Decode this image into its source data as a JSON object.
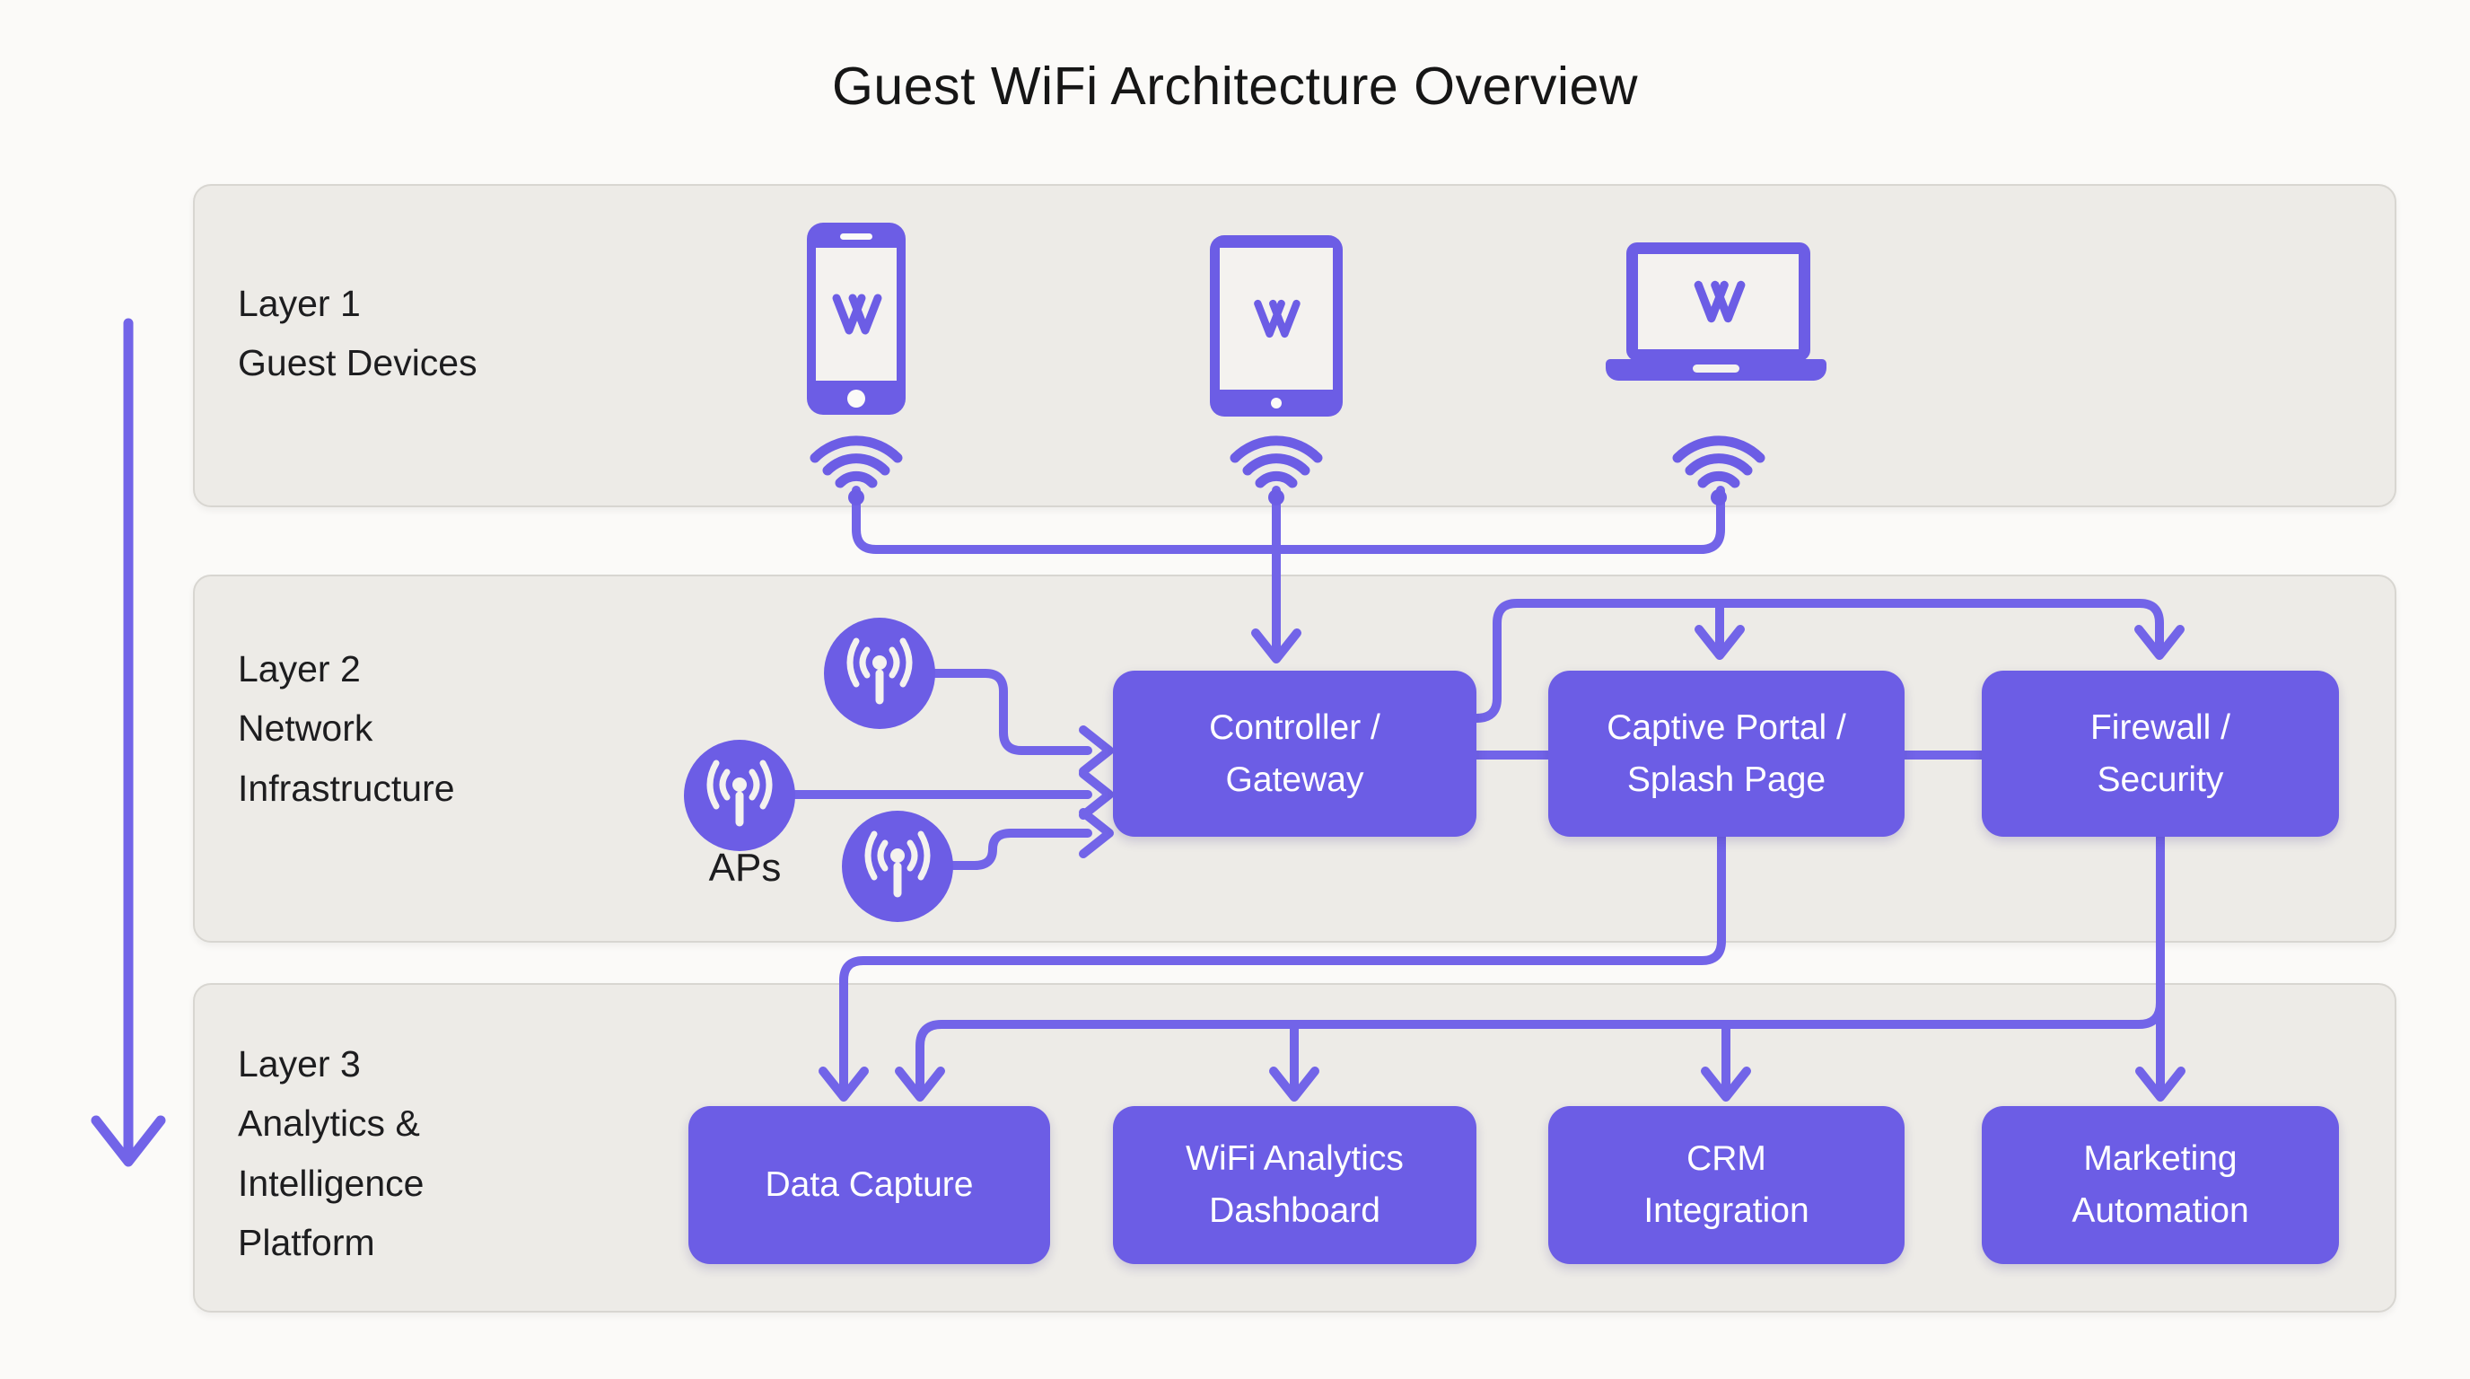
{
  "title": "Guest WiFi Architecture Overview",
  "colors": {
    "accent_purple": "#6C5DE5",
    "connector_purple": "#7264E8",
    "panel_background": "#EDEBE7",
    "page_background": "#FBFAF8",
    "text_dark": "#1D1D1F",
    "box_text": "#FFFFFF"
  },
  "layers": [
    {
      "name": "layer-1",
      "label_lines": [
        "Layer 1",
        "Guest Devices"
      ],
      "devices": [
        {
          "type": "smartphone",
          "logo": "W"
        },
        {
          "type": "tablet",
          "logo": "W"
        },
        {
          "type": "laptop",
          "logo": "W"
        }
      ]
    },
    {
      "name": "layer-2",
      "label_lines": [
        "Layer 2",
        "Network",
        "Infrastructure"
      ],
      "aps_label": "APs",
      "boxes": [
        {
          "lines": [
            "Controller /",
            "Gateway"
          ]
        },
        {
          "lines": [
            "Captive Portal /",
            "Splash Page"
          ]
        },
        {
          "lines": [
            "Firewall /",
            "Security"
          ]
        }
      ]
    },
    {
      "name": "layer-3",
      "label_lines": [
        "Layer 3",
        "Analytics &",
        "Intelligence",
        "Platform"
      ],
      "boxes": [
        {
          "lines": [
            "Data Capture",
            ""
          ]
        },
        {
          "lines": [
            "WiFi Analytics",
            "Dashboard"
          ]
        },
        {
          "lines": [
            "CRM",
            "Integration"
          ]
        },
        {
          "lines": [
            "Marketing",
            "Automation"
          ]
        }
      ]
    }
  ]
}
